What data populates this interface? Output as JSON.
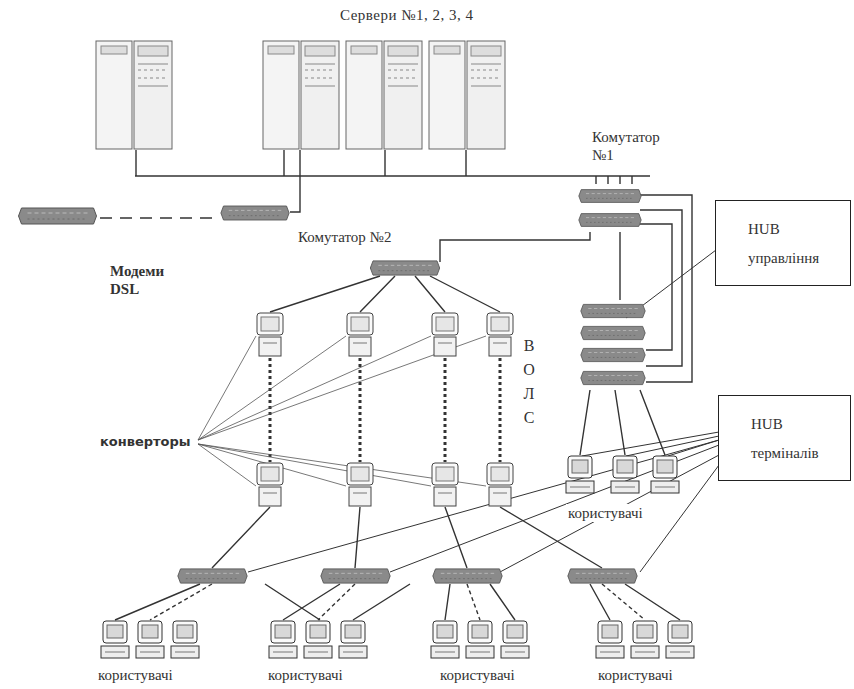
{
  "diagram": {
    "title": "Сервери №1, 2, 3, 4",
    "nodes": [
      {
        "text": [
          "HUB управління"
        ]
      },
      {
        "text": [
          "HUB терміналів"
        ]
      }
    ],
    "labels": [
      "Комутатор №1",
      "Комутатор №2",
      "Модеми DSL",
      "конверторы",
      "В О Л С",
      "користувачі",
      "користувачі",
      "користувачі",
      "користувачі",
      "користувачі"
    ]
  }
}
